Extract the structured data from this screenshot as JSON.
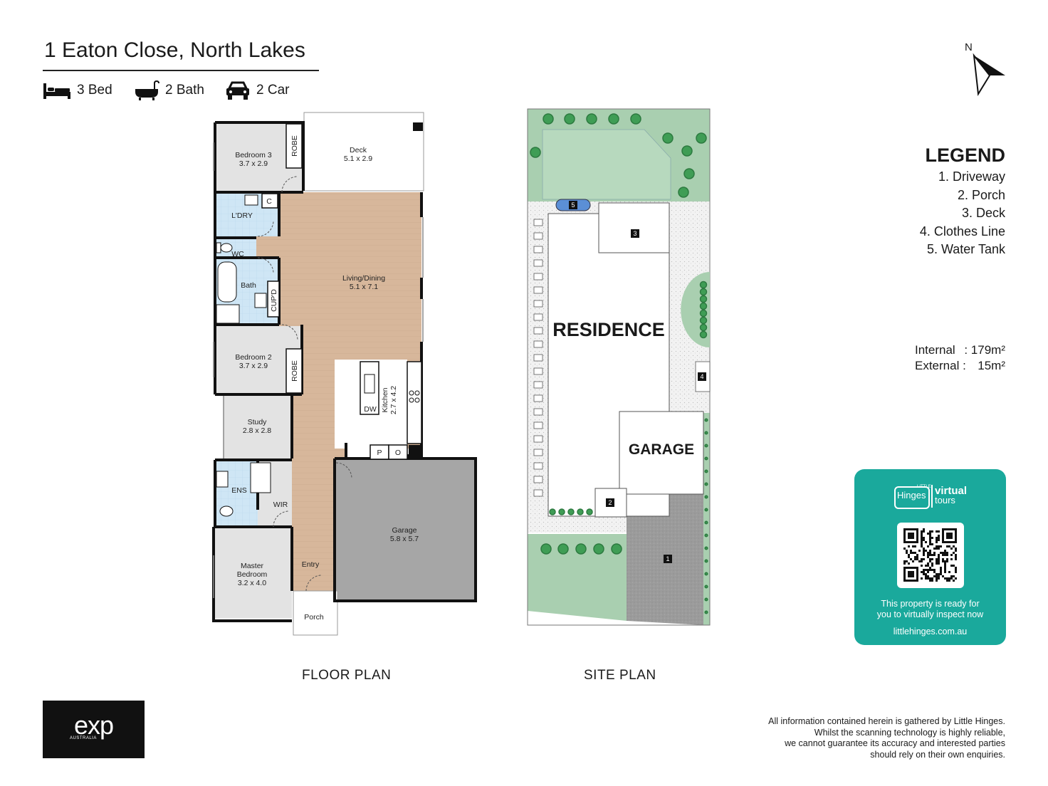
{
  "header": {
    "address": "1 Eaton Close, North Lakes",
    "features": [
      {
        "icon": "bed-icon",
        "label": "3 Bed"
      },
      {
        "icon": "bath-icon",
        "label": "2 Bath"
      },
      {
        "icon": "car-icon",
        "label": "2 Car"
      }
    ]
  },
  "floor_plan": {
    "caption": "FLOOR PLAN",
    "rooms": {
      "bedroom3": {
        "name": "Bedroom 3",
        "dims": "3.7 x 2.9"
      },
      "deck": {
        "name": "Deck",
        "dims": "5.1 x 2.9"
      },
      "living": {
        "name": "Living/Dining",
        "dims": "5.1 x 7.1"
      },
      "bedroom2": {
        "name": "Bedroom 2",
        "dims": "3.7 x 2.9"
      },
      "study": {
        "name": "Study",
        "dims": "2.8 x 2.8"
      },
      "kitchen": {
        "name": "Kitchen",
        "dims": "2.7 x 4.2"
      },
      "garage": {
        "name": "Garage",
        "dims": "5.8 x 5.7"
      },
      "master": {
        "name1": "Master",
        "name2": "Bedroom",
        "dims": "3.2 x 4.0"
      }
    },
    "labels": {
      "robe": "ROBE",
      "laundry": "L'DRY",
      "cupboard": "C",
      "wc": "WC",
      "bath": "Bath",
      "cupd": "CUP'D",
      "dw": "DW",
      "pantry": "P",
      "oven": "O",
      "ens": "ENS",
      "wir": "WIR",
      "entry": "Entry",
      "porch": "Porch"
    }
  },
  "site_plan": {
    "caption": "SITE PLAN",
    "residence": "RESIDENCE",
    "garage": "GARAGE",
    "markers": [
      "1",
      "2",
      "3",
      "4",
      "5"
    ]
  },
  "compass": {
    "label": "N"
  },
  "legend": {
    "title": "LEGEND",
    "items": [
      "1. Driveway",
      "2. Porch",
      "3. Deck",
      "4. Clothes Line",
      "5. Water Tank"
    ]
  },
  "areas": {
    "internal_label": "Internal",
    "internal_value": ": 179m²",
    "external_label": "External :",
    "external_value": "15m²"
  },
  "virtual_tour": {
    "brand_small": "LITTLE",
    "brand": "Hinges",
    "virtual": "virtual",
    "tours": "tours",
    "message_line1": "This property is ready for",
    "message_line2": "you to virtually inspect now",
    "url": "littlehinges.com.au"
  },
  "agency": {
    "logo": "exp",
    "sub": "AUSTRALIA"
  },
  "disclaimer": [
    "All information contained herein is gathered by Little Hinges.",
    "Whilst the scanning technology is highly reliable,",
    "we cannot guarantee its accuracy and interested parties",
    "should rely on their own enquiries."
  ],
  "colors": {
    "floor_wood": "#d7b79b",
    "carpet": "#e3e3e3",
    "wet_area": "#cfe6f5",
    "garage": "#a6a6a6",
    "lawn": "#a9cfb0",
    "brand_teal": "#1aa99c"
  }
}
